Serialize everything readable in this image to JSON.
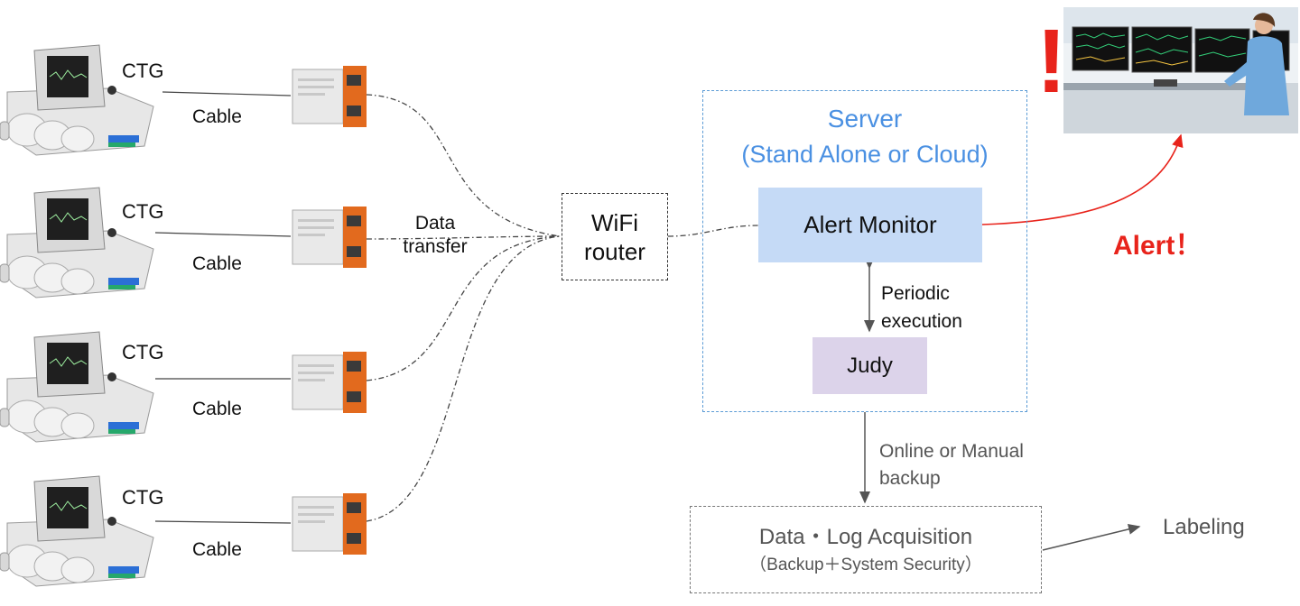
{
  "ctg_units": [
    {
      "device_label": "CTG",
      "link_label": "Cable"
    },
    {
      "device_label": "CTG",
      "link_label": "Cable"
    },
    {
      "device_label": "CTG",
      "link_label": "Cable"
    },
    {
      "device_label": "CTG",
      "link_label": "Cable"
    }
  ],
  "data_transfer_label": [
    "Data",
    "transfer"
  ],
  "router": {
    "label_line1": "WiFi",
    "label_line2": "router"
  },
  "server": {
    "title": "Server",
    "subtitle": "(Stand Alone or Cloud)",
    "alert_monitor": "Alert Monitor",
    "judy": "Judy",
    "periodic_line1": "Periodic",
    "periodic_line2": "execution"
  },
  "alert": {
    "label": "Alert！",
    "mark": "!"
  },
  "backup": {
    "line1": "Online or Manual",
    "line2": "backup"
  },
  "acquisition": {
    "line1": "Data・Log Acquisition",
    "line2": "（Backup＋System Security）"
  },
  "labeling": "Labeling",
  "colors": {
    "server_border": "#5b9bd5",
    "server_text": "#4a90e2",
    "alert_monitor_fill": "#c5daf6",
    "judy_fill": "#dcd3ea",
    "alert_red": "#e8231b",
    "gateway_orange": "#e26a1e",
    "muted_text": "#555555"
  }
}
